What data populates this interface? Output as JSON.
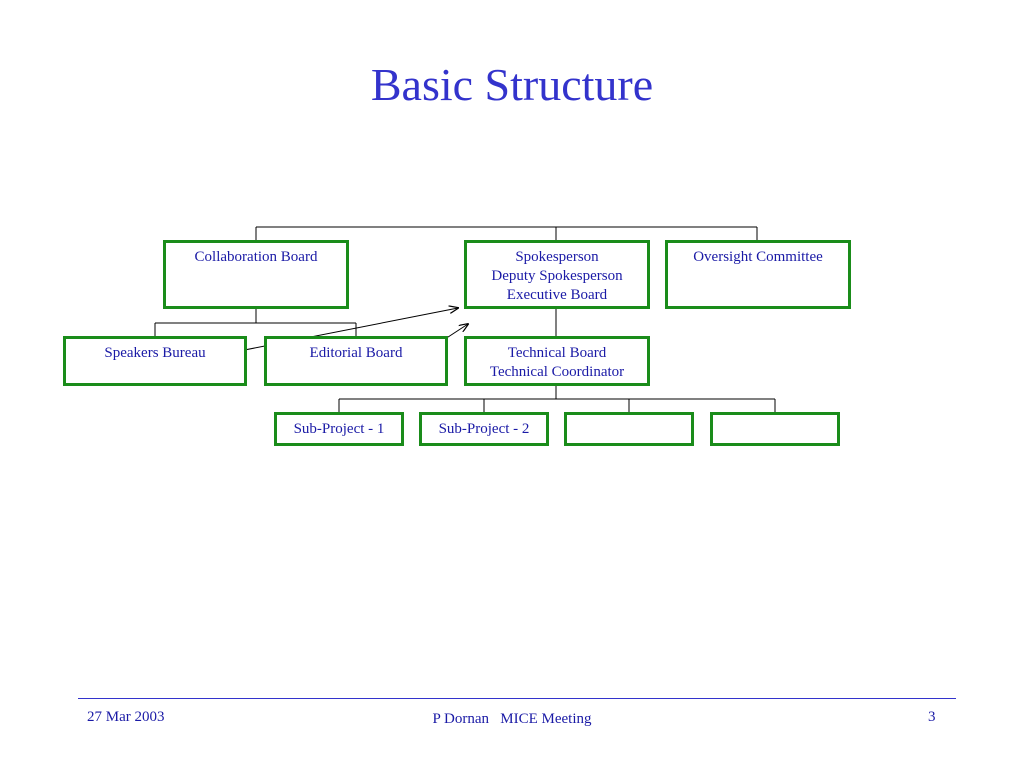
{
  "title": "Basic Structure",
  "boxes": {
    "collaboration_board": {
      "lines": [
        "Collaboration Board"
      ]
    },
    "spokesperson": {
      "lines": [
        "Spokesperson",
        "Deputy Spokesperson",
        "Executive Board"
      ]
    },
    "oversight_committee": {
      "lines": [
        "Oversight Committee"
      ]
    },
    "speakers_bureau": {
      "lines": [
        "Speakers Bureau"
      ]
    },
    "editorial_board": {
      "lines": [
        "Editorial Board"
      ]
    },
    "technical_board": {
      "lines": [
        "Technical Board",
        "Technical Coordinator"
      ]
    },
    "sub_project_1": {
      "lines": [
        "Sub-Project - 1"
      ]
    },
    "sub_project_2": {
      "lines": [
        "Sub-Project - 2"
      ]
    },
    "sub_project_3": {
      "lines": []
    },
    "sub_project_4": {
      "lines": []
    }
  },
  "footer": {
    "date": "27 Mar 2003",
    "author": "P Dornan",
    "event": "MICE Meeting",
    "page": "3"
  },
  "colors": {
    "title": "#3333cc",
    "box_border": "#1a8c1a",
    "box_text": "#1a1aa6",
    "connector": "#000000"
  }
}
